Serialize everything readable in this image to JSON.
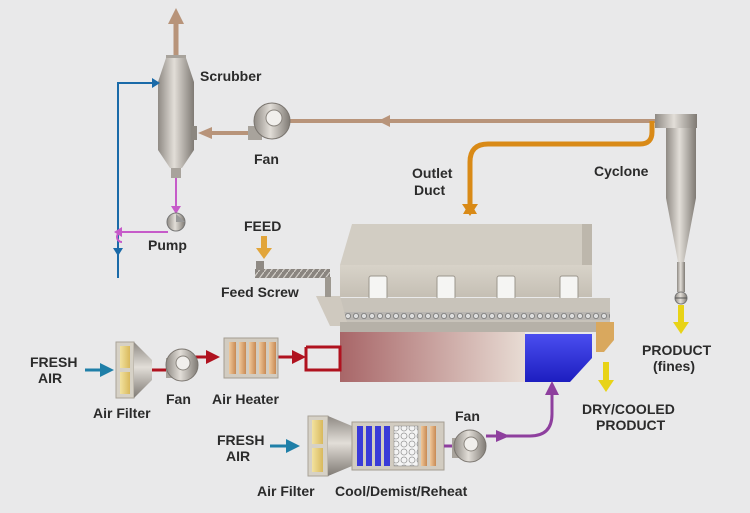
{
  "labels": {
    "scrubber": "Scrubber",
    "fan_top": "Fan",
    "pump": "Pump",
    "outlet_duct_1": "Outlet",
    "outlet_duct_2": "Duct",
    "cyclone": "Cyclone",
    "feed": "FEED",
    "feed_screw": "Feed Screw",
    "fresh_air_1a": "FRESH",
    "fresh_air_1b": "AIR",
    "air_filter_1": "Air Filter",
    "fan_mid": "Fan",
    "air_heater": "Air Heater",
    "product_fines_1": "PRODUCT",
    "product_fines_2": "(fines)",
    "dry_cooled_1": "DRY/COOLED",
    "dry_cooled_2": "PRODUCT",
    "fresh_air_2a": "FRESH",
    "fresh_air_2b": "AIR",
    "fan_bottom": "Fan",
    "air_filter_2": "Air Filter",
    "cool_demist_reheat": "Cool/Demist/Reheat"
  },
  "colors": {
    "exhaust_line": "#b8947a",
    "outlet_duct": "#d98a17",
    "hot_air_line": "#b0121f",
    "cool_air_line": "#8e3f9e",
    "water_line": "#1a6aa8",
    "pump_line": "#c65bc9",
    "feed_arrow": "#e2a53a",
    "product_arrow": "#e8d317",
    "fresh_air_arrow": "#1f7fa8"
  }
}
